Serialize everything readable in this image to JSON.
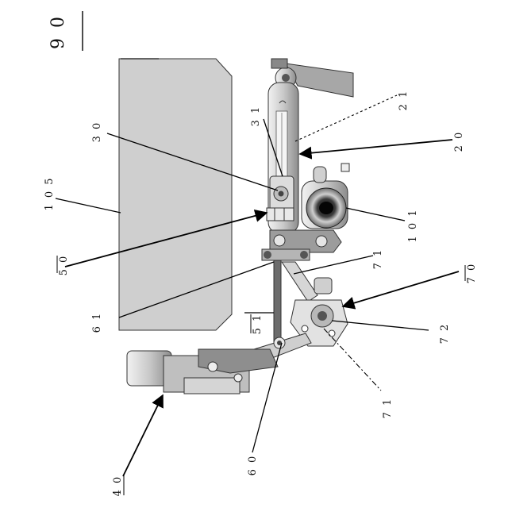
{
  "figure": {
    "number": "9 0",
    "labels": {
      "l21": "2 1",
      "l20": "2 0",
      "l31": "3 1",
      "l30": "3 0",
      "l105": "1 0 5",
      "l101": "1 0 1",
      "l50": "5 0",
      "l61": "6 1",
      "l71a": "7 1",
      "l70": "7 0",
      "l51": "5 1",
      "l72": "7 2",
      "l71b": "7 1",
      "l60": "6 0",
      "l40": "4 0"
    }
  },
  "colors": {
    "panel": "#cfcfcf",
    "metal": "#d9d9d9",
    "dark_metal": "#8a8a8a",
    "shadow": "#5a5a5a",
    "black": "#111111"
  }
}
